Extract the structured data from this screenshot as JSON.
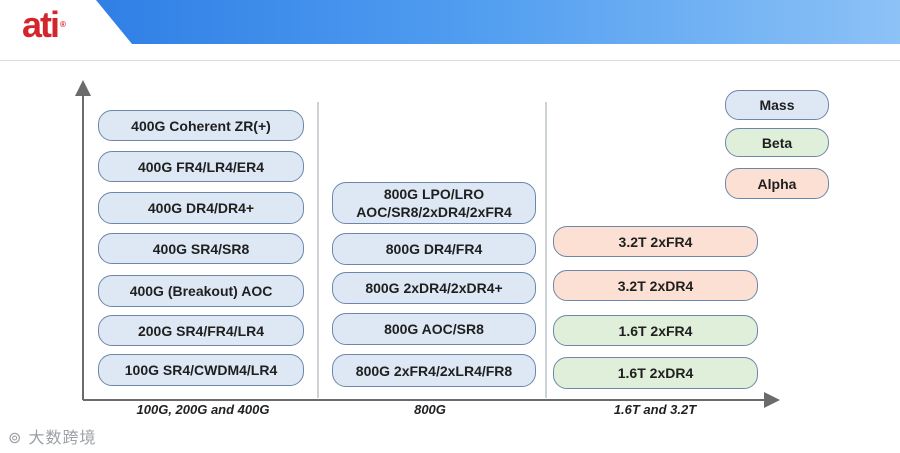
{
  "logo": {
    "text": "ati",
    "mark": "®"
  },
  "legend": [
    {
      "label": "Mass",
      "kind": "mass"
    },
    {
      "label": "Beta",
      "kind": "beta"
    },
    {
      "label": "Alpha",
      "kind": "alpha"
    }
  ],
  "columns": [
    {
      "axis_label": "100G, 200G and 400G",
      "items": [
        {
          "label": "400G Coherent ZR(+)",
          "kind": "mass"
        },
        {
          "label": "400G FR4/LR4/ER4",
          "kind": "mass"
        },
        {
          "label": "400G DR4/DR4+",
          "kind": "mass"
        },
        {
          "label": "400G SR4/SR8",
          "kind": "mass"
        },
        {
          "label": "400G (Breakout) AOC",
          "kind": "mass"
        },
        {
          "label": "200G SR4/FR4/LR4",
          "kind": "mass"
        },
        {
          "label": "100G SR4/CWDM4/LR4",
          "kind": "mass"
        }
      ]
    },
    {
      "axis_label": "800G",
      "items": [
        {
          "label": "800G LPO/LRO",
          "label2": "AOC/SR8/2xDR4/2xFR4",
          "kind": "mass"
        },
        {
          "label": "800G DR4/FR4",
          "kind": "mass"
        },
        {
          "label": "800G 2xDR4/2xDR4+",
          "kind": "mass"
        },
        {
          "label": "800G AOC/SR8",
          "kind": "mass"
        },
        {
          "label": "800G 2xFR4/2xLR4/FR8",
          "kind": "mass"
        }
      ]
    },
    {
      "axis_label": "1.6T and 3.2T",
      "items": [
        {
          "label": "3.2T 2xFR4",
          "kind": "alpha"
        },
        {
          "label": "3.2T 2xDR4",
          "kind": "alpha"
        },
        {
          "label": "1.6T 2xFR4",
          "kind": "beta"
        },
        {
          "label": "1.6T 2xDR4",
          "kind": "beta"
        }
      ]
    }
  ],
  "watermark": "大数跨境",
  "colors": {
    "mass": "#dde8f4",
    "beta": "#e0efd9",
    "alpha": "#fbe0d3",
    "border": "#6d87ab",
    "logo": "#d3262c"
  }
}
